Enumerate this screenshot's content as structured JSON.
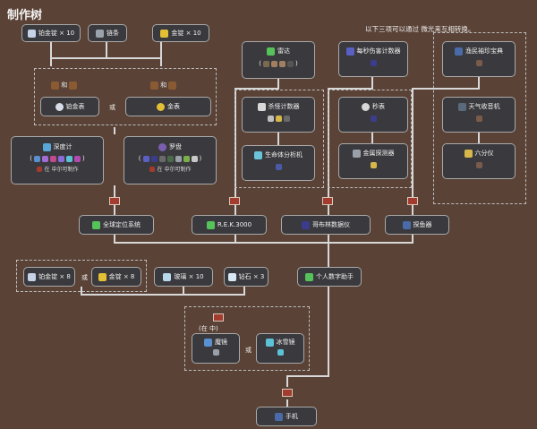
{
  "title": "制作树",
  "note": "以下三项可以通过 微光来互相转换。",
  "colors": {
    "bg": "#5a4236",
    "box": "#3a3a3e",
    "line": "#d8d8d8"
  },
  "top_bars": [
    {
      "label": "铂金锭 × 10",
      "icon": "platinum-bar-icon",
      "color": "#c6d2e6"
    },
    {
      "label": "链条",
      "icon": "chain-icon",
      "color": "#9aa2ac"
    },
    {
      "label": "金锭 × 10",
      "icon": "gold-bar-icon",
      "color": "#e3bf36"
    }
  ],
  "and_left": "和",
  "and_right": "和",
  "or_watches": "或",
  "platinum_watch": "铂金表",
  "gold_watch": "金表",
  "depth": {
    "name": "深度计",
    "paren_l": "(",
    "paren_r": ")",
    "sub": "在 中尔可制作"
  },
  "compass": {
    "name": "罗盘",
    "paren_l": "(",
    "paren_r": ")",
    "sub": "在 中尔可制作"
  },
  "radar": {
    "name": "雷达",
    "paren_l": "(",
    "paren_r": ")"
  },
  "kill_counter": "杀怪计数器",
  "life_analyzer": "生命体分析机",
  "dps_meter": "每秒伤害计数器",
  "stopwatch": "秒表",
  "metal_detector": "金属探测器",
  "fish_finder": "渔民袖珍宝典",
  "weather_radio": "天气收音机",
  "sextant": "六分仪",
  "gps": "全球定位系统",
  "rek": "R.E.K.3000",
  "goblin_tech": "哥布林数据仪",
  "fish_finder2": "探鱼器",
  "mid_bars": [
    {
      "label": "铂金锭 × 8",
      "icon": "platinum-bar-icon",
      "color": "#c6d2e6"
    },
    {
      "label": "金锭 × 8",
      "icon": "gold-bar-icon",
      "color": "#e3bf36"
    },
    {
      "label": "玻璃 × 10",
      "icon": "glass-icon",
      "color": "#b7d8ea"
    },
    {
      "label": "钻石 × 3",
      "icon": "diamond-icon",
      "color": "#d9e8f5"
    }
  ],
  "or_bars": "或",
  "pda": "个人数字助手",
  "tinker": {
    "label": "(在 中)"
  },
  "magic_mirror": "魔镜",
  "ice_mirror": "冰雪镜",
  "or_mirrors": "或",
  "cell_phone": "手机"
}
